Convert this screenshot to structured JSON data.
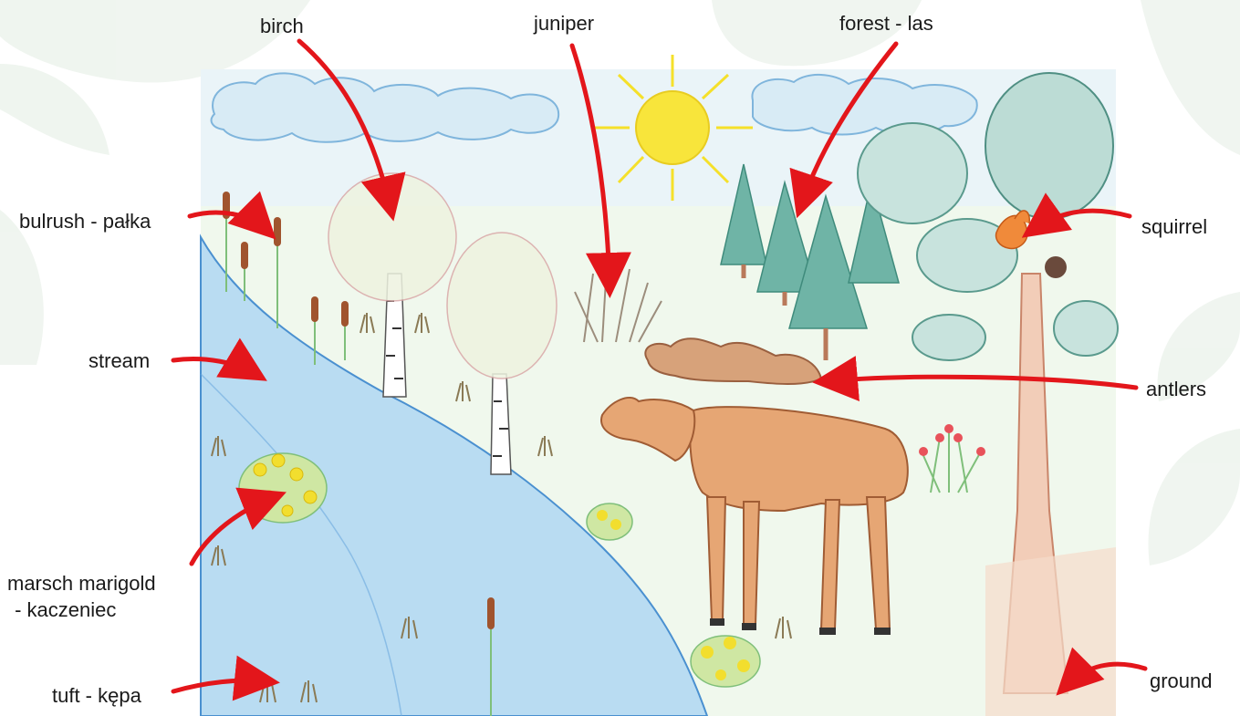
{
  "labels": {
    "birch": "birch",
    "juniper": "juniper",
    "forest": "forest - las",
    "bulrush": "bulrush - pałka",
    "squirrel": "squirrel",
    "stream": "stream",
    "antlers": "antlers",
    "marigold_line1": "marsch marigold",
    "marigold_line2": " - kaczeniec",
    "tuft": "tuft - kępa",
    "ground": "ground"
  },
  "colors": {
    "arrow": "#e3161b",
    "background_leaf": "#eef4ee",
    "sky": "#d8ebf5",
    "stream": "#a9d2ee",
    "moose_body": "#d9905a",
    "antlers": "#b97a55",
    "grass": "#7fbf7a",
    "marigold": "#f2de2e",
    "sun": "#f5e02a",
    "spruce": "#4f9e8c",
    "oak_crown": "#6fb0a3",
    "trunk": "#d8a185",
    "squirrel": "#f07a2a"
  }
}
